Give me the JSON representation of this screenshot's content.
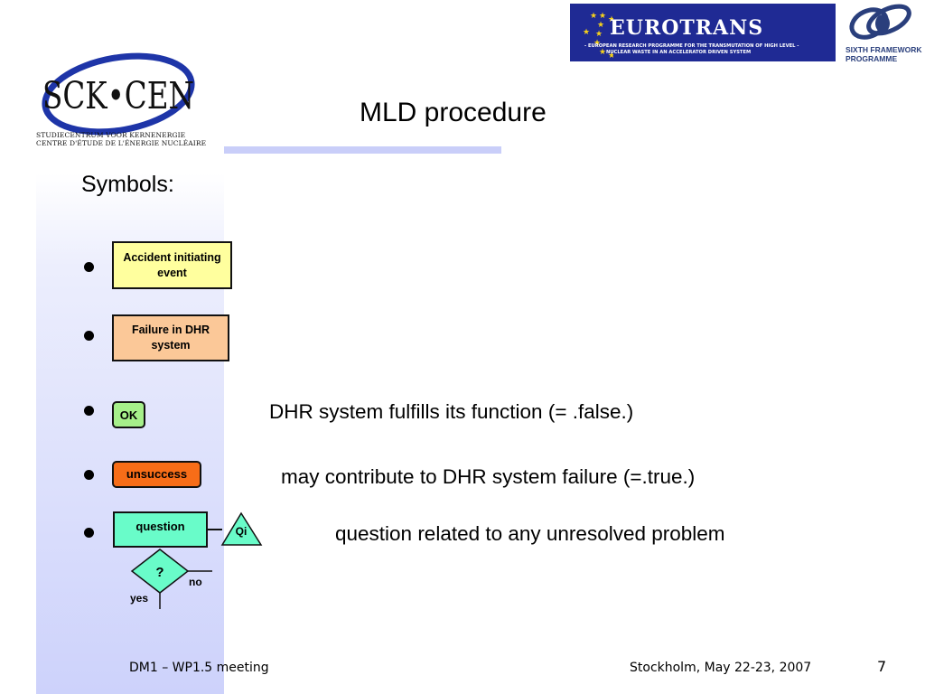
{
  "header": {
    "title": "MLD procedure",
    "sck_logo": {
      "wordmark": "SCK•CEN",
      "subtitle_line1": "STUDIECENTRUM VOOR KERNENERGIE",
      "subtitle_line2": "CENTRE D'ÉTUDE DE L'ÉNERGIE NUCLÉAIRE",
      "swoosh_color": "#1e35a8"
    },
    "eurotrans_logo": {
      "wordmark": "EUROTRANS",
      "tagline_line1": "- EUROPEAN RESEARCH PROGRAMME FOR THE TRANSMUTATION OF HIGH LEVEL -",
      "tagline_line2": "NUCLEAR WASTE IN AN ACCELERATOR DRIVEN SYSTEM",
      "background": "#1f2a94",
      "star_color": "#f7d21a"
    },
    "fp6_logo": {
      "line1": "SIXTH FRAMEWORK",
      "line2": "PROGRAMME",
      "color": "#2a3f7c"
    }
  },
  "body": {
    "heading": "Symbols:",
    "symbols": [
      {
        "label": "Accident initiating event",
        "description": "",
        "fill": "#ffff9e"
      },
      {
        "label": "Failure in DHR system",
        "description": "",
        "fill": "#fbc898"
      },
      {
        "label": "OK",
        "description": "DHR system fulfills its function (= .false.)",
        "fill": "#a6f08a"
      },
      {
        "label": "unsuccess",
        "description": "may contribute to DHR system failure (=.true.)",
        "fill": "#f76d18"
      },
      {
        "label": "question",
        "description": "question related to any unresolved problem",
        "fill": "#69fcc9"
      }
    ],
    "qi_label": "Qi",
    "decision": {
      "label": "?",
      "yes_label": "yes",
      "no_label": "no",
      "fill": "#69fcc9"
    }
  },
  "footer": {
    "left": "DM1 – WP1.5 meeting",
    "right": "Stockholm, May 22-23, 2007",
    "page_number": "7"
  },
  "colors": {
    "side_band": "#cdd2fb",
    "title_rule": "#c9cef9"
  }
}
